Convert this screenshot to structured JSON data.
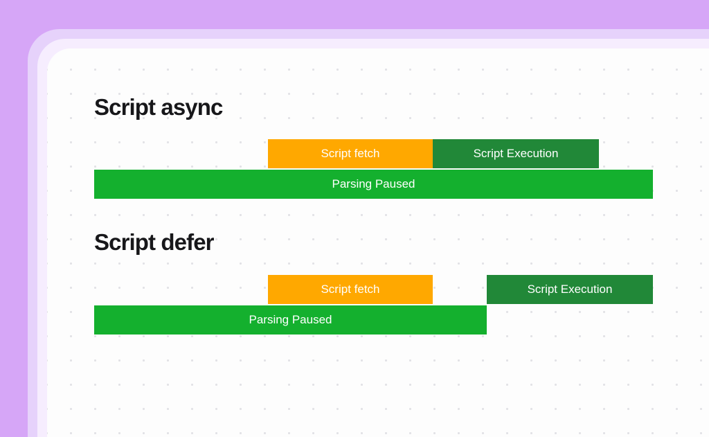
{
  "palette": {
    "page_background": "#d6a6f7",
    "panel_lavender": "#e6d2fb",
    "panel_pale": "#f6edfe",
    "card_background": "#fdfdfd",
    "dot_grid": "#e2e2e6",
    "script_fetch": "#ffa800",
    "script_execution": "#218838",
    "parsing_paused": "#14b02e",
    "title_text": "#17171a",
    "bar_text": "#ffffff"
  },
  "chart_data": {
    "type": "bar",
    "title": "",
    "orientation": "horizontal",
    "xlabel": "",
    "ylabel": "",
    "grid": true,
    "legend_position": "none",
    "sections": [
      {
        "label": "Script async",
        "rows": [
          {
            "row_name": "script-row",
            "segments": [
              {
                "label": "Script fetch",
                "color": "#ffa800",
                "start": 387,
                "end": 625
              },
              {
                "label": "Script Execution",
                "color": "#218838",
                "start": 625,
                "end": 865
              }
            ]
          },
          {
            "row_name": "parsing-row",
            "segments": [
              {
                "label": "Parsing Paused",
                "color": "#14b02e",
                "start": 136,
                "end": 943
              }
            ]
          }
        ]
      },
      {
        "label": "Script defer",
        "rows": [
          {
            "row_name": "script-row",
            "segments": [
              {
                "label": "Script fetch",
                "color": "#ffa800",
                "start": 387,
                "end": 625
              },
              {
                "label": "Script Execution",
                "color": "#218838",
                "start": 703,
                "end": 943
              }
            ]
          },
          {
            "row_name": "parsing-row",
            "segments": [
              {
                "label": "Parsing Paused",
                "color": "#14b02e",
                "start": 136,
                "end": 703
              }
            ]
          }
        ]
      }
    ]
  },
  "sections": {
    "async": {
      "title": "Script async",
      "fetch_label": "Script fetch",
      "execution_label": "Script Execution",
      "parsing_label": "Parsing Paused"
    },
    "defer": {
      "title": "Script defer",
      "fetch_label": "Script fetch",
      "execution_label": "Script Execution",
      "parsing_label": "Parsing Paused"
    }
  }
}
